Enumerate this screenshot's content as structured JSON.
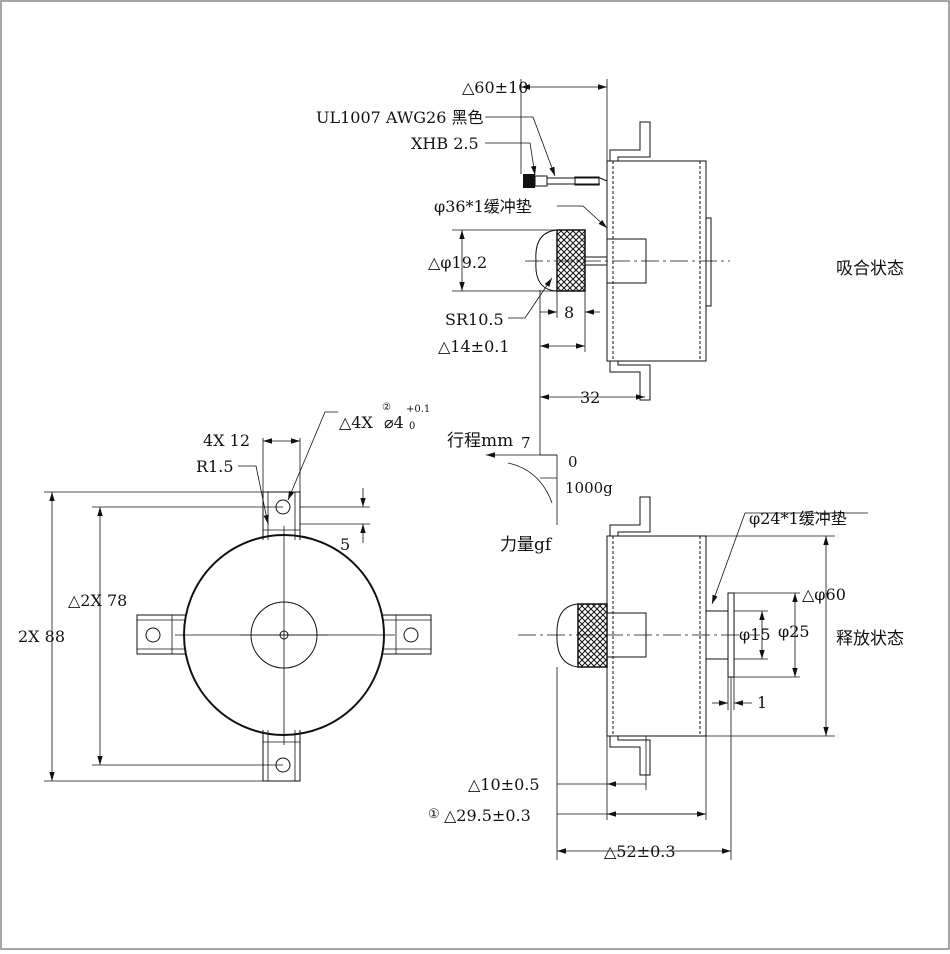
{
  "labels": {
    "lead_len": "△60±10",
    "wire_spec": "UL1007 AWG26 黑色",
    "connector": "XHB 2.5",
    "cushion_36": "φ36*1缓冲垫",
    "dia_19": "△φ19.2",
    "sr": "SR10.5",
    "dim_8": "8",
    "dim_14": "△14±0.1",
    "dim_32": "32",
    "state_attract": "吸合状态",
    "stroke_label": "行程mm",
    "stroke_7": "7",
    "stroke_0": "0",
    "force_1000": "1000g",
    "force_label": "力量gf",
    "cushion_24": "φ24*1缓冲垫",
    "dia_60": "△φ60",
    "dia_15": "φ15",
    "dia_25": "φ25",
    "state_release": "释放状态",
    "dim_1": "1",
    "dim_10": "△10±0.5",
    "circle_1": "①",
    "dim_29": "△29.5±0.3",
    "dim_52": "△52±0.3",
    "circle_2": "②",
    "holes_prefix": "△4X",
    "holes_dia": "⌀4",
    "tol_up": "+0.1",
    "tol_low": "0",
    "dim_4x12": "4X 12",
    "r15": "R1.5",
    "dim_5": "5",
    "dim_2x78": "△2X 78",
    "dim_2x88": "2X 88"
  }
}
